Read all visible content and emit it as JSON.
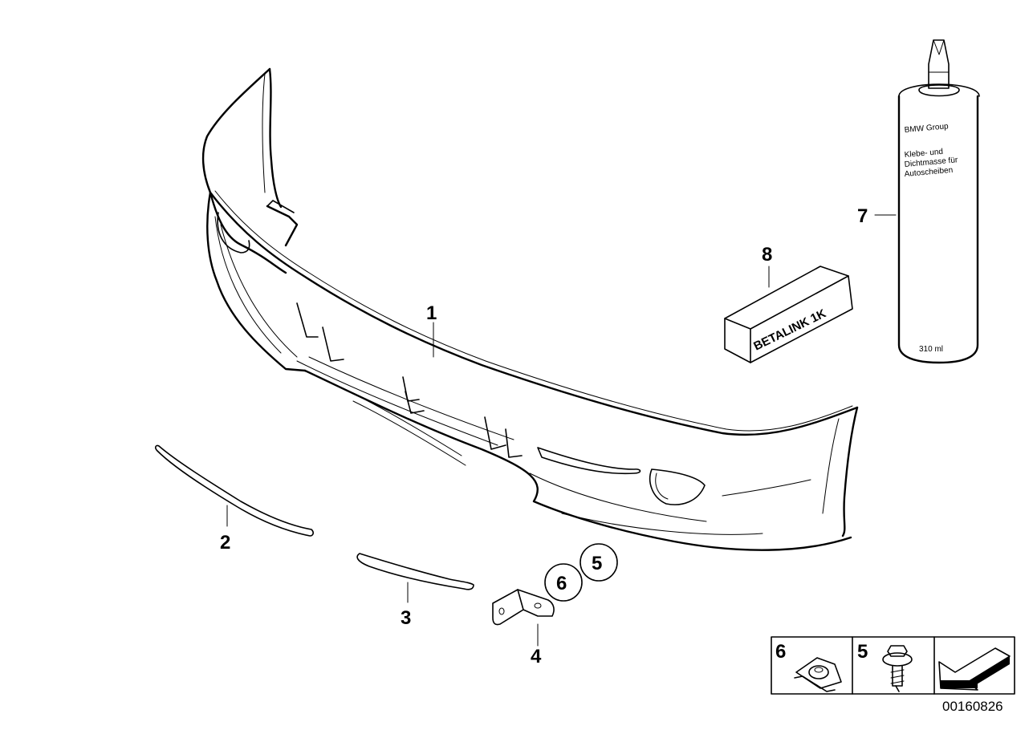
{
  "diagram": {
    "id_number": "00160826",
    "colors": {
      "line": "#000000",
      "background": "#ffffff"
    }
  },
  "parts": [
    {
      "number": "1",
      "name": "bumper-trim-panel"
    },
    {
      "number": "2",
      "name": "moulding-left"
    },
    {
      "number": "3",
      "name": "moulding-right"
    },
    {
      "number": "4",
      "name": "bracket"
    },
    {
      "number": "5",
      "name": "screw",
      "circled": true
    },
    {
      "number": "6",
      "name": "clip-nut",
      "circled": true
    },
    {
      "number": "7",
      "name": "adhesive-cartridge"
    },
    {
      "number": "8",
      "name": "betalink-box"
    }
  ],
  "cartridge": {
    "brand": "BMW Group",
    "line1": "Klebe- und",
    "line2": "Dichtmasse für",
    "line3": "Autoscheiben",
    "volume": "310 ml"
  },
  "box": {
    "label": "BETALINK 1K"
  },
  "legend": {
    "cells": [
      {
        "number": "6",
        "icon": "clip-nut-icon"
      },
      {
        "number": "5",
        "icon": "screw-icon"
      },
      {
        "number": "",
        "icon": "arrow-icon"
      }
    ]
  }
}
